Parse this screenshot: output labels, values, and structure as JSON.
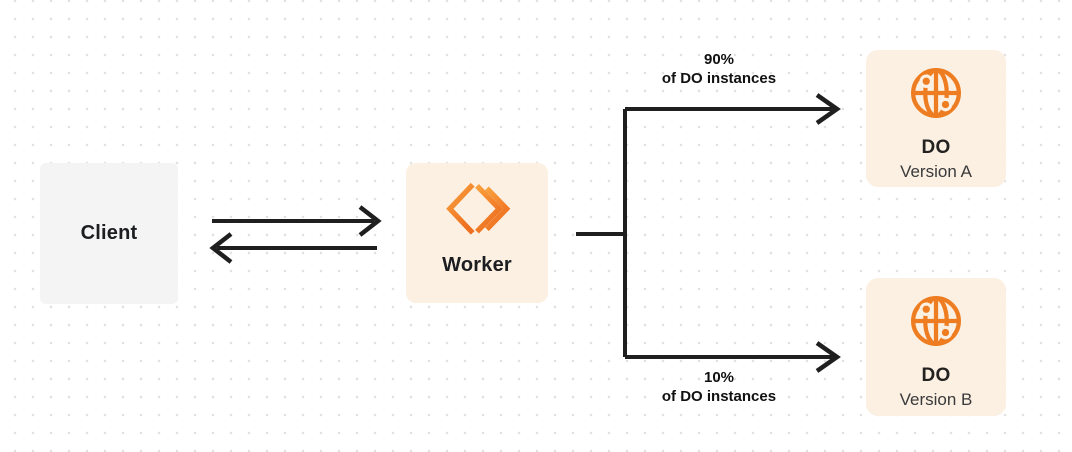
{
  "diagram": {
    "client": {
      "label": "Client"
    },
    "worker": {
      "label": "Worker"
    },
    "do_version_a": {
      "title": "DO",
      "subtitle": "Version A"
    },
    "do_version_b": {
      "title": "DO",
      "subtitle": "Version B"
    },
    "routes": {
      "top": {
        "percent": "90%",
        "caption": "of DO instances"
      },
      "bottom": {
        "percent": "10%",
        "caption": "of DO instances"
      }
    },
    "icons": {
      "worker": "workers-icon",
      "durable_object": "globe-icon"
    },
    "colors": {
      "accent_orange": "#F38020",
      "accent_orange_light": "#F9A13E",
      "node_cream": "#FBF0E2",
      "node_gray": "#F4F4F5",
      "connector_dark": "#1F1F1F",
      "dot_grid": "#E2E2E2",
      "background": "#FFFFFF"
    }
  }
}
